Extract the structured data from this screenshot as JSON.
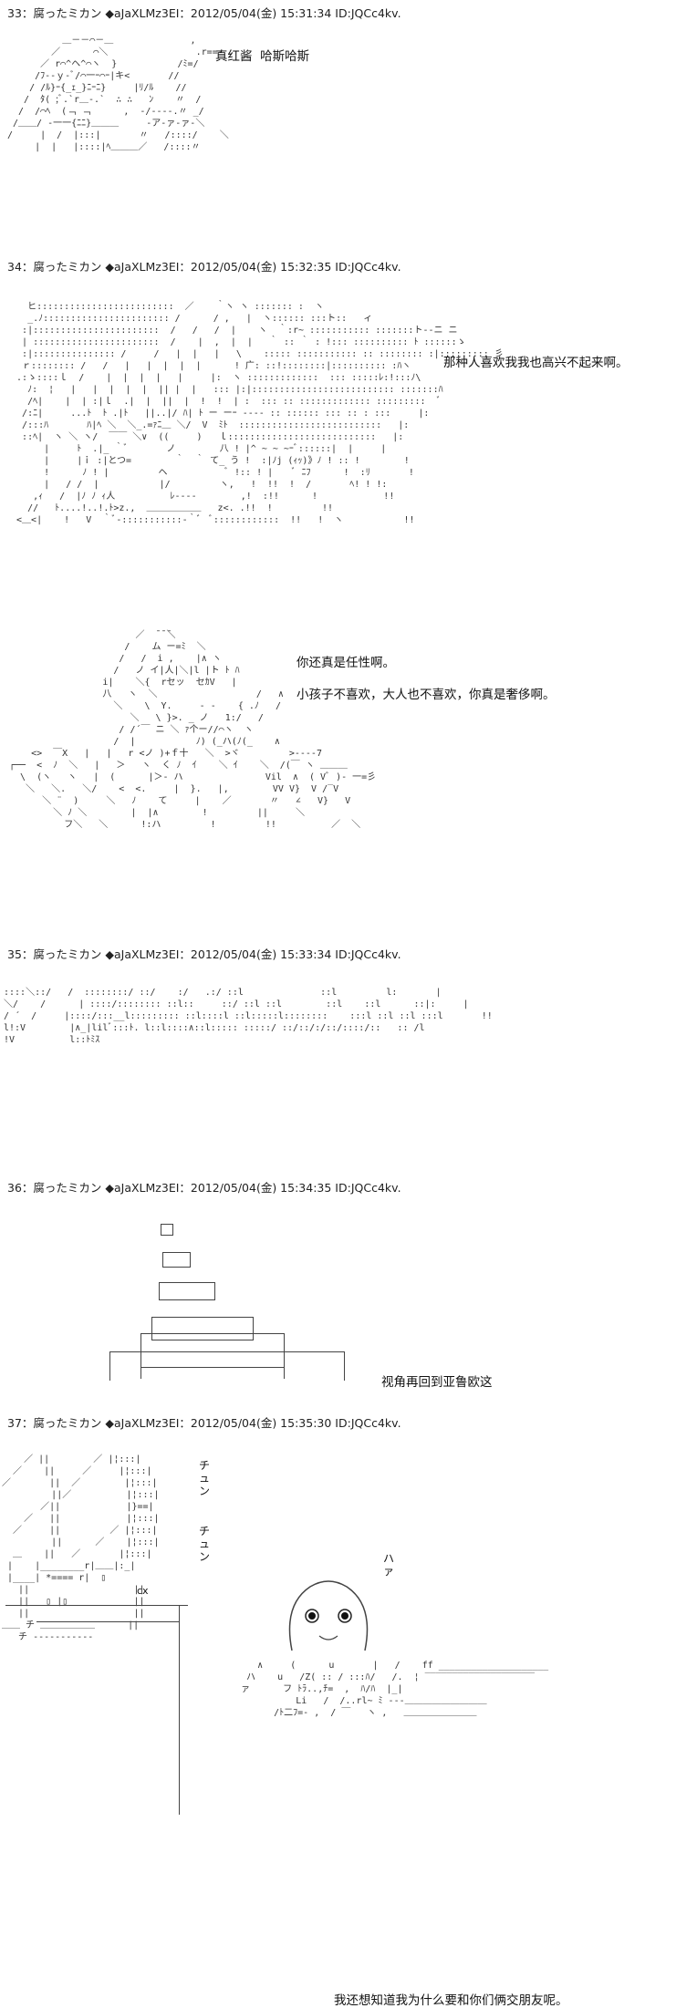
{
  "posts": [
    {
      "header": "33：腐ったミカン ◆aJaXLMz3EI：2012/05/04(金) 15:31:34 ID:JQCc4kv.",
      "lines": [
        "真红酱  哈斯哈斯"
      ]
    },
    {
      "header": "34：腐ったミカン ◆aJaXLMz3EI：2012/05/04(金) 15:32:35 ID:JQCc4kv.",
      "lines": [
        "那种人喜欢我我也高兴不起来啊。"
      ]
    },
    {
      "header": "",
      "lines": [
        "你还真是任性啊。",
        "小孩子不喜欢，大人也不喜欢，你真是奢侈啊。"
      ]
    },
    {
      "header": "35：腐ったミカン ◆aJaXLMz3EI：2012/05/04(金) 15:33:34 ID:JQCc4kv.",
      "lines": [
        "我还想知道我为什么要和你们俩交朋友呢。"
      ]
    },
    {
      "header": "36：腐ったミカン ◆aJaXLMz3EI：2012/05/04(金) 15:34:35 ID:JQCc4kv.",
      "lines": [
        "视角再回到亚鲁欧这"
      ]
    },
    {
      "header": "37：腐ったミカン ◆aJaXLMz3EI：2012/05/04(金) 15:35:30 ID:JQCc4kv.",
      "lines": []
    }
  ],
  "sfx": {
    "chun1": "チ\nュ\nン",
    "chun2": "チ\nュ\nン",
    "ha": "ハ\nァ",
    "cx": "cx"
  }
}
